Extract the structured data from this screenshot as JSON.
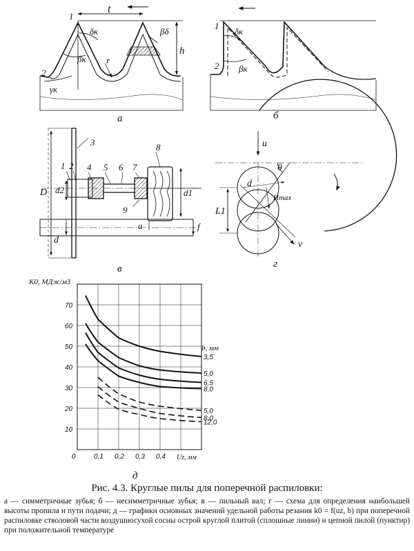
{
  "figure": {
    "a": {
      "letter": "а",
      "t": "t",
      "h": "h",
      "r": "r",
      "p1": "1",
      "p2": "2",
      "delta": "δк",
      "beta": "βк",
      "gamma": "γк",
      "beta_d": "βδ"
    },
    "b": {
      "letter": "б",
      "p1": "1",
      "p2": "2",
      "delta": "δк",
      "beta": "βк"
    },
    "v": {
      "letter": "в",
      "D": "D",
      "d": "d",
      "d1": "d1",
      "d2": "d2",
      "a": "a",
      "f": "f",
      "parts": [
        "1",
        "2",
        "3",
        "4",
        "5",
        "6",
        "7",
        "8",
        "9"
      ]
    },
    "g": {
      "letter": "г",
      "u": "u",
      "theta": "θ",
      "d": "d",
      "Hmax": "Hmax",
      "L1": "L1",
      "v": "v"
    },
    "d_letter": "д"
  },
  "chart_data": {
    "type": "line",
    "ylabel": "K0, МДж/м3",
    "xlabel": "Uz, мм",
    "legend_title": "b, мм",
    "xlim": [
      0,
      0.6
    ],
    "ylim": [
      0,
      80
    ],
    "x_ticks": [
      "0",
      "0,1",
      "0,2",
      "0,3",
      "0,4"
    ],
    "y_ticks": [
      "10",
      "20",
      "30",
      "40",
      "50",
      "60",
      "70"
    ],
    "series": [
      {
        "name": "3,5",
        "style": "solid",
        "x": [
          0.04,
          0.1,
          0.2,
          0.3,
          0.4,
          0.6
        ],
        "y": [
          74.5,
          63,
          54,
          50,
          47.5,
          45
        ]
      },
      {
        "name": "5,0",
        "style": "solid",
        "x": [
          0.04,
          0.1,
          0.2,
          0.3,
          0.4,
          0.6
        ],
        "y": [
          61,
          52,
          44.5,
          40.5,
          38.5,
          37
        ]
      },
      {
        "name": "6,5",
        "style": "solid",
        "x": [
          0.04,
          0.1,
          0.2,
          0.3,
          0.4,
          0.6
        ],
        "y": [
          56.5,
          47,
          39.5,
          36,
          34,
          32.5
        ]
      },
      {
        "name": "8,0",
        "style": "solid",
        "x": [
          0.04,
          0.1,
          0.2,
          0.3,
          0.4,
          0.6
        ],
        "y": [
          51,
          43,
          35.5,
          32.5,
          30.5,
          29.5
        ]
      },
      {
        "name": "5,0",
        "style": "dashed",
        "x": [
          0.1,
          0.2,
          0.3,
          0.4,
          0.6
        ],
        "y": [
          35,
          27,
          23,
          21,
          19
        ]
      },
      {
        "name": "8,0",
        "style": "dashed",
        "x": [
          0.1,
          0.2,
          0.3,
          0.4,
          0.6
        ],
        "y": [
          30.5,
          23,
          20,
          17.5,
          15.5
        ]
      },
      {
        "name": "12,0",
        "style": "dashed",
        "x": [
          0.1,
          0.2,
          0.3,
          0.4,
          0.6
        ],
        "y": [
          26.5,
          19.5,
          17,
          15,
          13.5
        ]
      }
    ]
  },
  "caption": {
    "title": "Рис. 4.3. Круглые пилы для поперечной распиловки:",
    "body": "а — симметричные зубья; б — несимметричные зубья; в — пильный вал; г — схема для определения наибольшей высоты пропила и пути подачи; д — графики основных значений удельной работы резания k0 = f(uz, b) при поперечной распиловке стволовой части воздушносухой сосны острой круглой плитой (сплошные линии) и цепной пилой (пунктир) при положительной температуре"
  }
}
